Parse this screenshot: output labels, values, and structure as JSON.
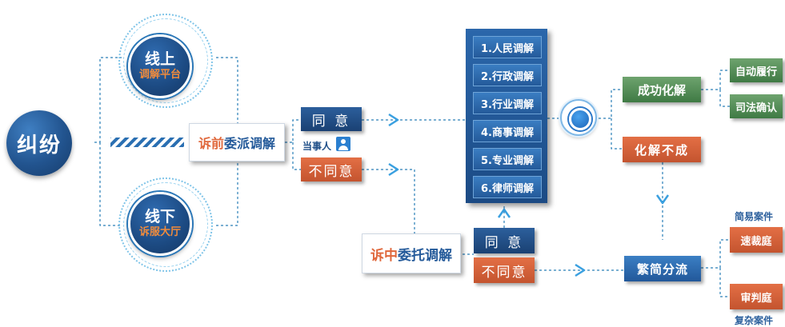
{
  "root": "纠纷",
  "online": {
    "title": "线上",
    "subtitle": "调解平台"
  },
  "offline": {
    "title": "线下",
    "subtitle": "诉服大厅"
  },
  "pre_litigation": {
    "highlight": "诉前",
    "rest": "委派调解"
  },
  "in_litigation": {
    "highlight": "诉中",
    "rest": "委托调解"
  },
  "agree": "同 意",
  "disagree": "不同意",
  "party_label": "当事人",
  "agree2": "同 意",
  "disagree2": "不同意",
  "methods": [
    "1.人民调解",
    "2.行政调解",
    "3.行业调解",
    "4.商事调解",
    "5.专业调解",
    "6.律师调解"
  ],
  "success": "成功化解",
  "fail": "化解不成",
  "auto_perform": "自动履行",
  "judicial_confirm": "司法确认",
  "triage": "繁简分流",
  "simple_cases": "简易案件",
  "fast_court": "速裁庭",
  "trial_court": "审判庭",
  "complex_cases": "复杂案件",
  "colors": {
    "blue": "#245a9a",
    "orange": "#e0683c",
    "green": "#4a8650",
    "line": "#2a7fb8",
    "arrow": "#3aa0e0"
  },
  "icons": [
    "person-icon",
    "target-icon",
    "arrow-icon"
  ]
}
